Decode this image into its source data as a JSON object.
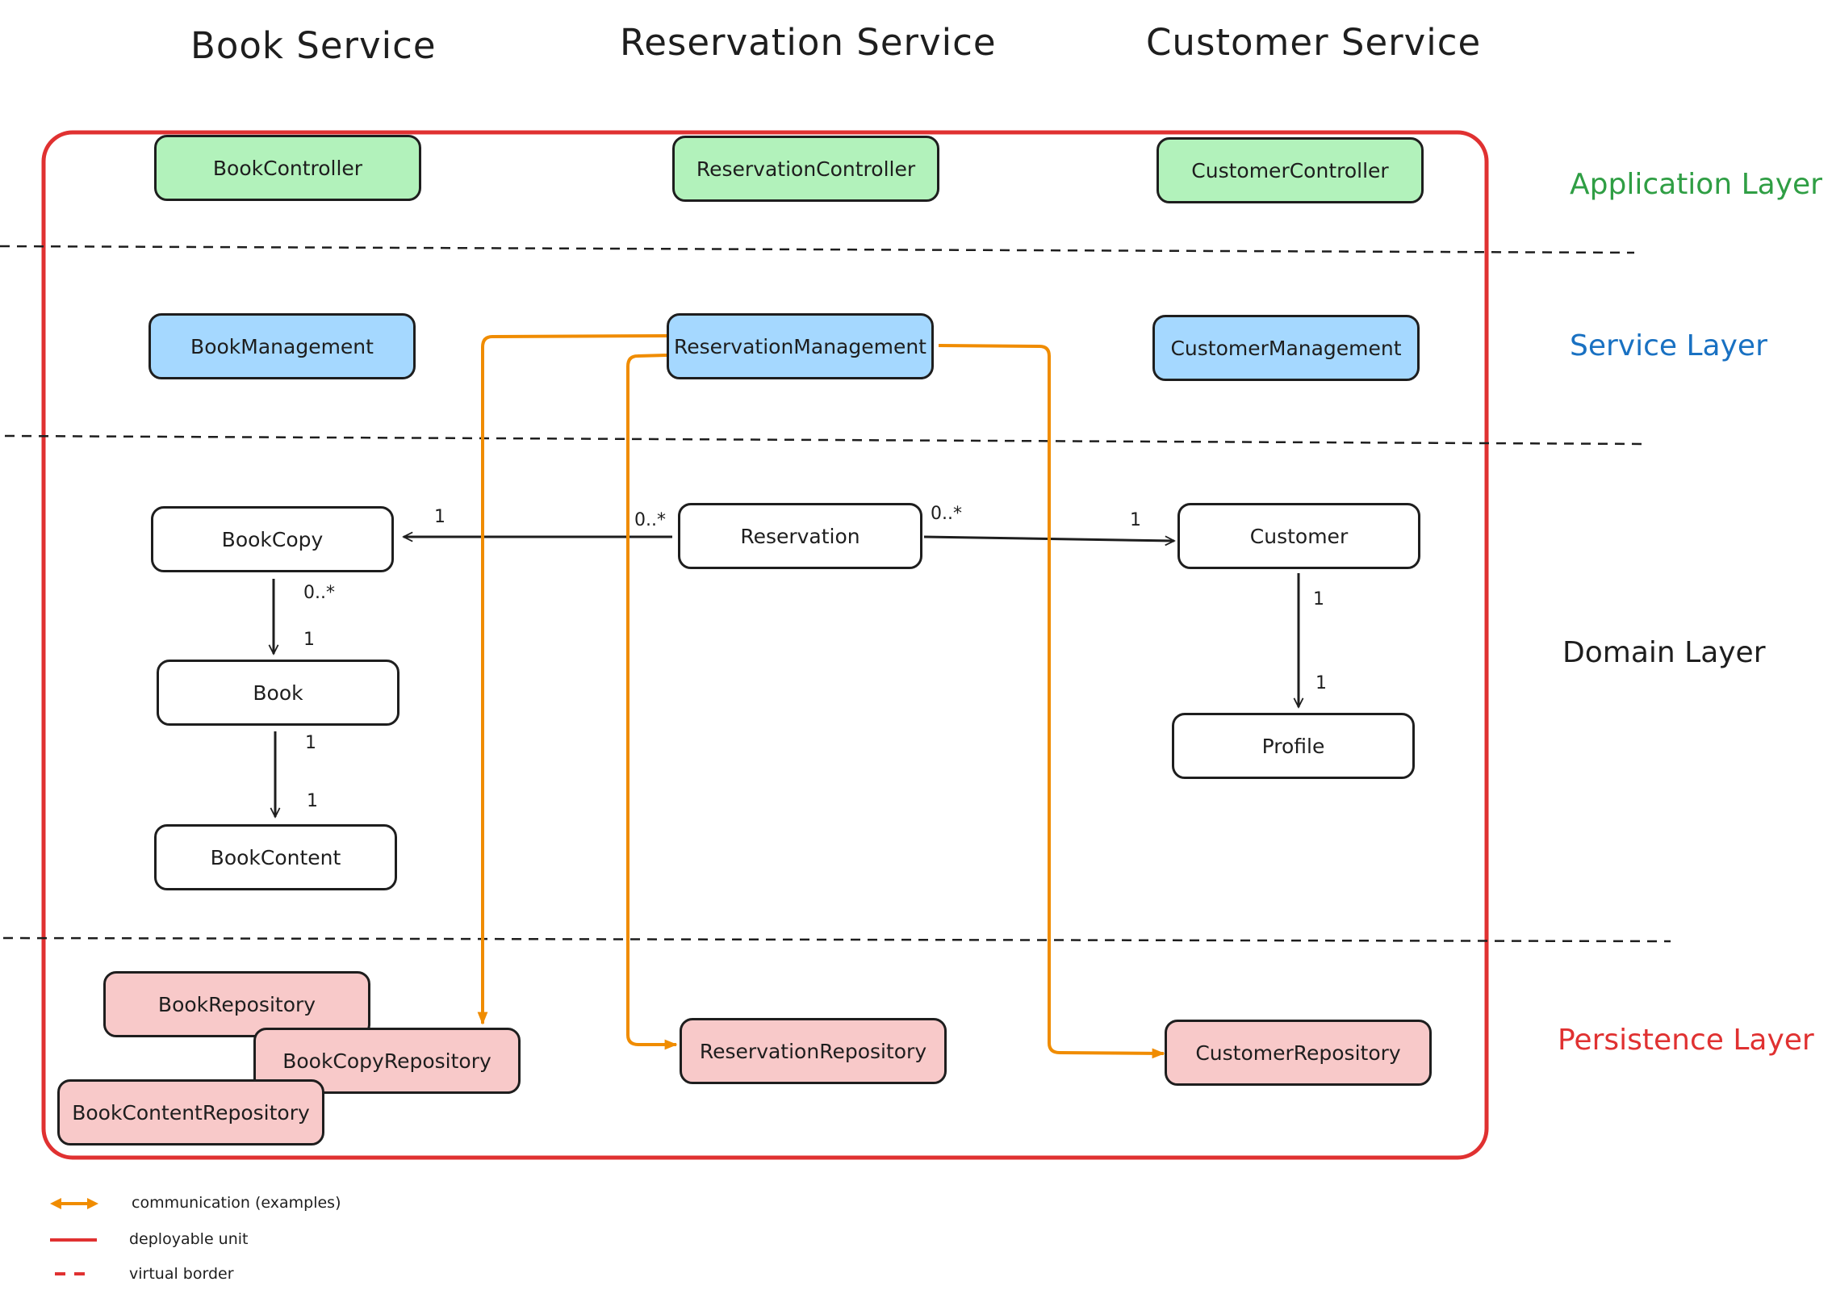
{
  "services": {
    "book": "Book Service",
    "reservation": "Reservation Service",
    "customer": "Customer Service"
  },
  "layers": {
    "application": "Application Layer",
    "service": "Service Layer",
    "domain": "Domain Layer",
    "persistence": "Persistence Layer"
  },
  "colors": {
    "application_layer": "#2f9e44",
    "service_layer": "#1971c2",
    "domain_layer": "#1e1e1e",
    "persistence_layer": "#e03131",
    "deployable_unit": "#e03131",
    "communication": "#f08c00",
    "controller_fill": "#b2f2bb",
    "management_fill": "#a5d8ff",
    "repository_fill": "#f8c9c9"
  },
  "nodes": {
    "book_controller": "BookController",
    "reservation_controller": "ReservationController",
    "customer_controller": "CustomerController",
    "book_management": "BookManagement",
    "reservation_management": "ReservationManagement",
    "customer_management": "CustomerManagement",
    "book_copy": "BookCopy",
    "reservation": "Reservation",
    "customer": "Customer",
    "book": "Book",
    "book_content": "BookContent",
    "profile": "Profile",
    "book_repository": "BookRepository",
    "book_copy_repository": "BookCopyRepository",
    "book_content_repository": "BookContentRepository",
    "reservation_repository": "ReservationRepository",
    "customer_repository": "CustomerRepository"
  },
  "multiplicities": {
    "bookcopy_side": "1",
    "reservation_left": "0..*",
    "reservation_right": "0..*",
    "customer_side": "1",
    "bookcopy_book_from": "0..*",
    "bookcopy_book_to": "1",
    "book_content_from": "1",
    "book_content_to": "1",
    "customer_profile_from": "1",
    "customer_profile_to": "1"
  },
  "legend": {
    "communication": "communication (examples)",
    "deployable_unit": "deployable unit",
    "virtual_border": "virtual border"
  }
}
